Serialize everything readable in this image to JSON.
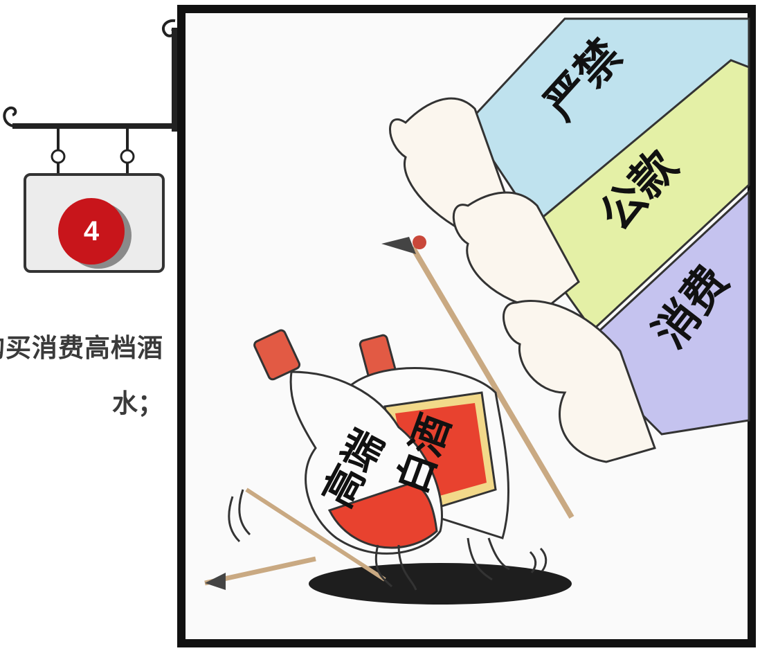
{
  "sign": {
    "number": "4",
    "colors": {
      "badge": "#c8151b",
      "badge_shadow": "#8a8a8a",
      "board": "#ececec",
      "iron": "#222222"
    }
  },
  "caption": {
    "line1": "购买消费高档酒",
    "line2": "水；"
  },
  "cartoon": {
    "sleeve_labels": [
      "严禁",
      "公款",
      "消费"
    ],
    "bottle_labels": [
      "高端",
      "白酒"
    ],
    "colors": {
      "sleeve1": "#bfe2ee",
      "sleeve2": "#e4f0a6",
      "sleeve3": "#c5c3ef",
      "bottle_red": "#e8422f",
      "cap": "#e25a44",
      "label_gold": "#f2d98a"
    }
  }
}
